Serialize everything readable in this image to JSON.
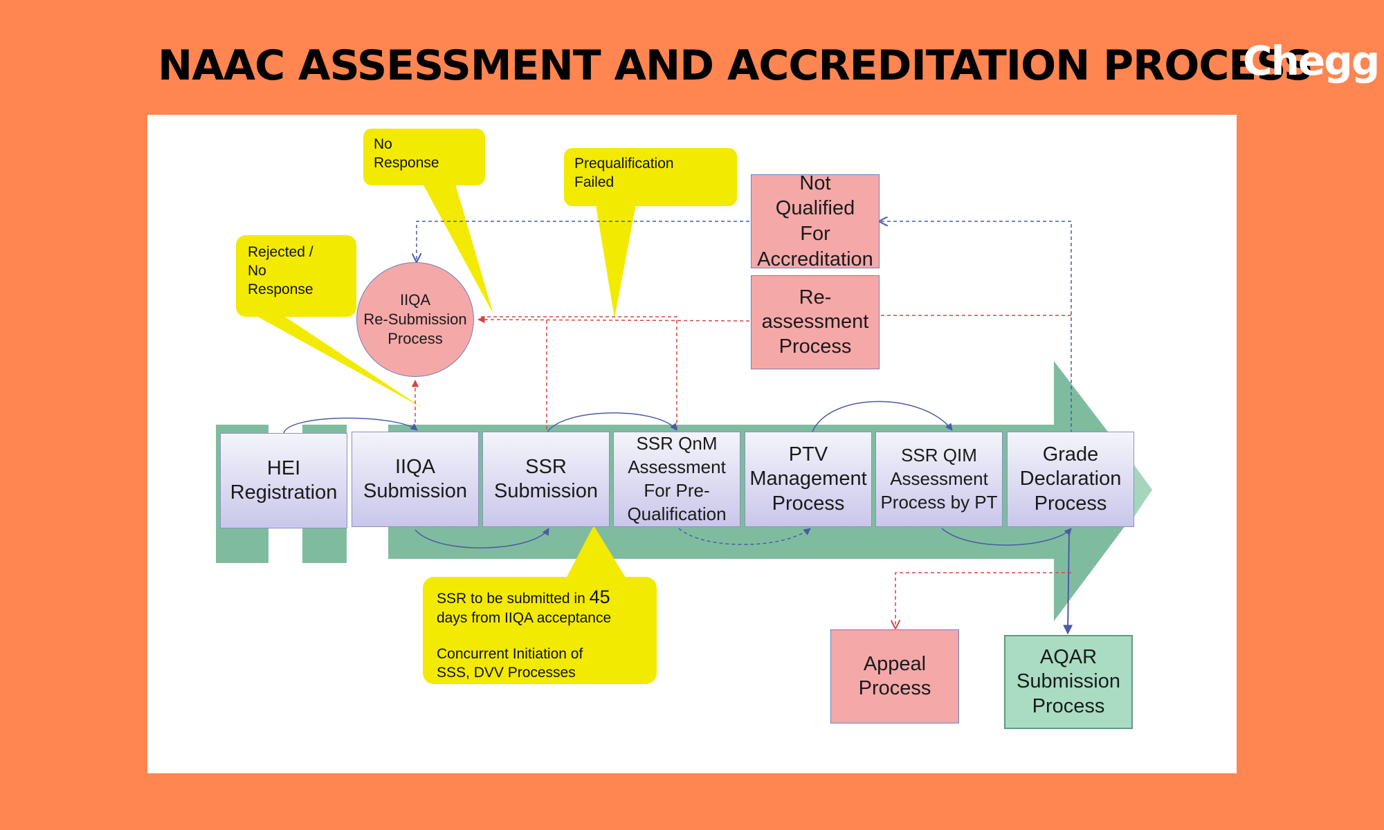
{
  "header": {
    "title": "NAAC ASSESSMENT AND ACCREDITATION PROCESS",
    "logo": "Chegg"
  },
  "colors": {
    "background": "#FF8551",
    "arrow": "#7FBC9F",
    "step_box": "#D8D6F0",
    "pink_box": "#F5A8A8",
    "green_box": "#A9DCC3",
    "callout": "#F2EA00",
    "red_flow": "#D9443F",
    "blue_flow": "#4A5AA8"
  },
  "diagram": {
    "steps": [
      {
        "id": "hei",
        "label": "HEI\nRegistration"
      },
      {
        "id": "iiqa",
        "label": "IIQA\nSubmission"
      },
      {
        "id": "ssr",
        "label": "SSR\nSubmission"
      },
      {
        "id": "qnm",
        "label": "SSR QnM\nAssessment\nFor Pre-\nQualification"
      },
      {
        "id": "ptv",
        "label": "PTV\nManagement\nProcess"
      },
      {
        "id": "qim",
        "label": "SSR QIM\nAssessment\nProcess by PT"
      },
      {
        "id": "grade",
        "label": "Grade\nDeclaration\nProcess"
      }
    ],
    "resubmission": "IIQA\nRe-Submission\nProcess",
    "not_qualified": "Not\nQualified\nFor\nAccreditation",
    "reassessment": "Re-\nassessment\nProcess",
    "appeal": "Appeal\nProcess",
    "aqar": "AQAR\nSubmission\nProcess",
    "callouts": {
      "rejected": "Rejected /\nNo\nResponse",
      "no_response": "No\nResponse",
      "prequal_failed": "Prequalification\nFailed",
      "ssr_line1_a": "SSR to be submitted in ",
      "ssr_days": "45",
      "ssr_line2": "days from IIQA  acceptance",
      "ssr_line3": "Concurrent Initiation of\nSSS, DVV Processes"
    }
  }
}
